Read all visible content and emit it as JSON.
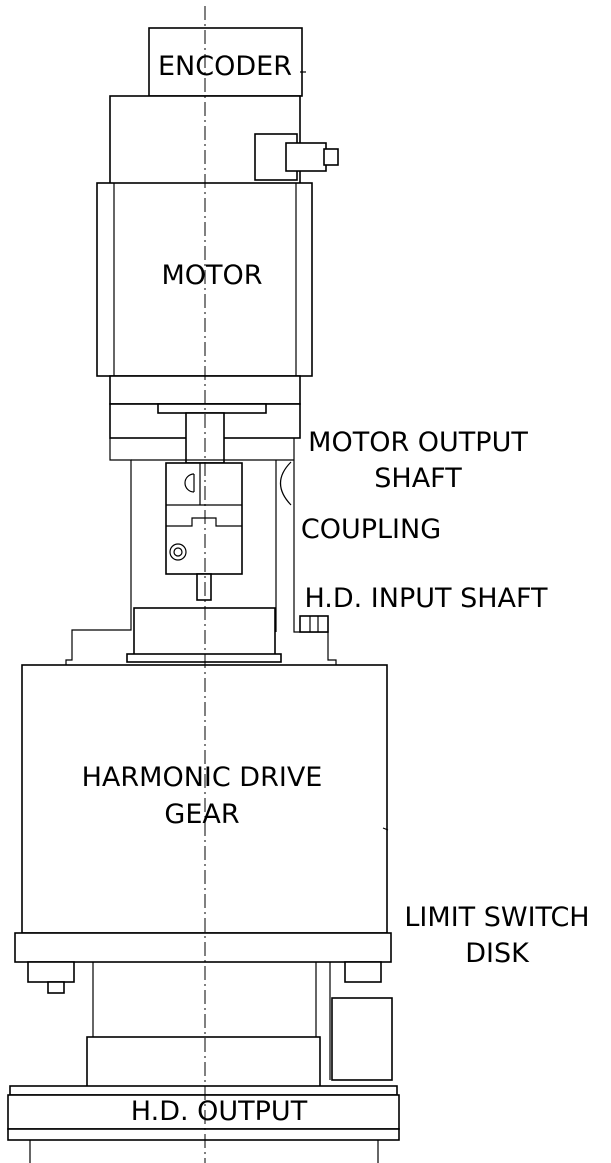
{
  "labels": {
    "encoder": "ENCODER",
    "motor": "MOTOR",
    "motor_output_shaft": [
      "MOTOR OUTPUT",
      "SHAFT"
    ],
    "coupling": "COUPLING",
    "hd_input_shaft": "H.D. INPUT SHAFT",
    "harmonic_drive_gear": [
      "HARMONIC DRIVE",
      "GEAR"
    ],
    "limit_switch_disk": [
      "LIMIT SWITCH",
      "DISK"
    ],
    "hd_output": "H.D. OUTPUT"
  },
  "colors": {
    "line": "#000000",
    "background": "#ffffff"
  }
}
